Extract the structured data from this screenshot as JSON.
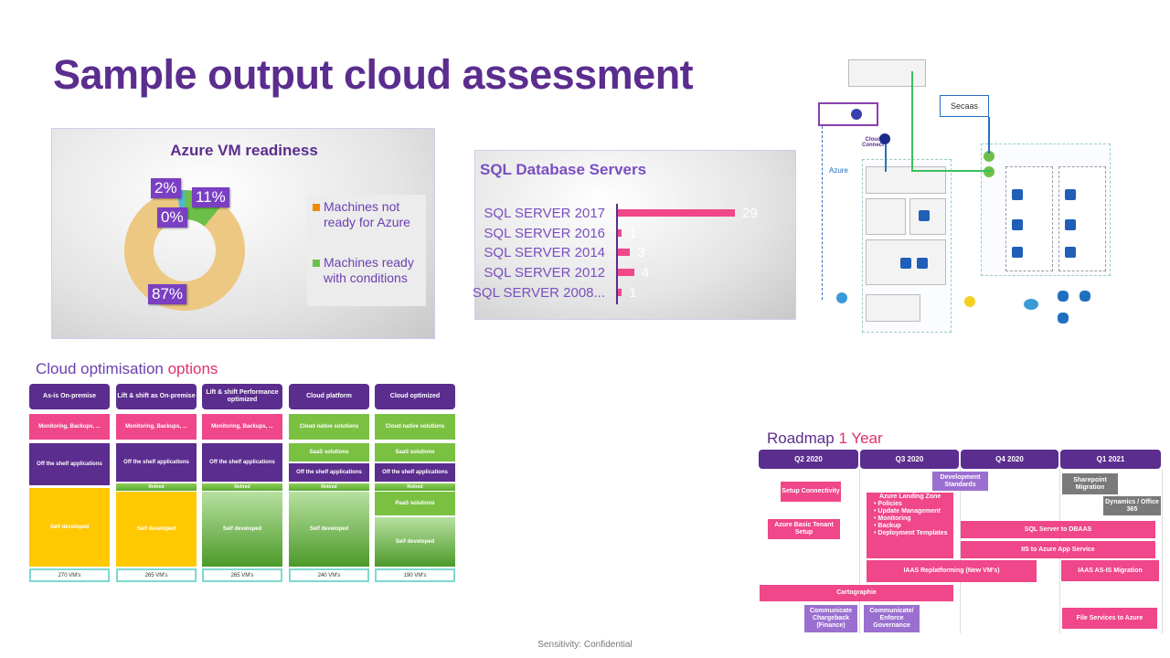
{
  "title": "Sample output cloud assessment",
  "footer": "Sensitivity: Confidential",
  "chart_data": [
    {
      "type": "pie",
      "title": "Azure VM readiness",
      "slices": [
        {
          "name": "",
          "value": 2,
          "label": "2%",
          "color": "#4fb8d8"
        },
        {
          "name": "Machines ready with conditions",
          "value": 11,
          "label": "11%",
          "color": "#6cc04a"
        },
        {
          "name": "",
          "value": 0,
          "label": "0%",
          "color": "#f0a030"
        },
        {
          "name": "Machines not ready for Azure",
          "value": 87,
          "label": "87%",
          "color": "#ecc882"
        }
      ],
      "legend": [
        {
          "name": "Machines not ready for Azure",
          "color": "#f08a00"
        },
        {
          "name": "Machines ready with conditions",
          "color": "#6cc04a"
        }
      ],
      "legend_position": "right"
    },
    {
      "type": "bar",
      "orientation": "horizontal",
      "title": "SQL Database Servers",
      "categories": [
        "SQL SERVER 2017",
        "SQL SERVER 2016",
        "SQL SERVER 2014",
        "SQL SERVER 2012",
        "SQL SERVER 2008..."
      ],
      "values": [
        29,
        1,
        3,
        4,
        1
      ],
      "color": "#f0478a"
    }
  ],
  "optimisation": {
    "title_a": "Cloud optimisation ",
    "title_b": "options",
    "columns": [
      {
        "header": "As-is On-premise",
        "blocks": [
          {
            "t": "pink",
            "l": "Monitoring, Backups, ..."
          },
          {
            "t": "purple",
            "l": "Off the shelf applications"
          },
          {
            "t": "yellow",
            "l": "Self developed"
          }
        ],
        "footer": "270 VM's"
      },
      {
        "header": "Lift & shift as On-premise",
        "blocks": [
          {
            "t": "pink",
            "l": "Monitoring, Backups, ..."
          },
          {
            "t": "purple",
            "l": "Off the shelf applications"
          },
          {
            "t": "retired",
            "l": "Retired"
          },
          {
            "t": "yellow",
            "l": "Self developed"
          }
        ],
        "footer": "265 VM's"
      },
      {
        "header": "Lift & shift Performance optimized",
        "blocks": [
          {
            "t": "pink",
            "l": "Monitoring, Backups, ..."
          },
          {
            "t": "purple",
            "l": "Off the shelf applications"
          },
          {
            "t": "retired",
            "l": "Retired"
          },
          {
            "t": "grad",
            "l": "Self developed"
          }
        ],
        "footer": "265 VM's"
      },
      {
        "header": "Cloud platform",
        "blocks": [
          {
            "t": "green",
            "l": "Cloud native solutions"
          },
          {
            "t": "green",
            "l": "SaaS solutions"
          },
          {
            "t": "purple",
            "l": "Off the shelf applications"
          },
          {
            "t": "retired",
            "l": "Retired"
          },
          {
            "t": "grad",
            "l": "Self developed"
          }
        ],
        "footer": "240 VM's"
      },
      {
        "header": "Cloud optimized",
        "blocks": [
          {
            "t": "green",
            "l": "Cloud native solutions"
          },
          {
            "t": "green",
            "l": "SaaS solutions"
          },
          {
            "t": "purple",
            "l": "Off the shelf applications"
          },
          {
            "t": "retired",
            "l": "Retired"
          },
          {
            "t": "green",
            "l": "PaaS solutions"
          },
          {
            "t": "grad",
            "l": "Self developed"
          }
        ],
        "footer": "190 VM's"
      }
    ]
  },
  "roadmap": {
    "title_a": "Roadmap ",
    "title_b": "1 Year",
    "quarters": [
      "Q2 2020",
      "Q3 2020",
      "Q4 2020",
      "Q1 2021"
    ],
    "items": [
      {
        "l": "Setup Connectivity",
        "c": "rpink"
      },
      {
        "l": "Azure Basic Tenant Setup",
        "c": "rpink"
      },
      {
        "l": "Development Standards",
        "c": "rlav"
      },
      {
        "l": "Azure Landing Zone",
        "c": "rpink",
        "list": [
          "Policies",
          "Update Management",
          "Monitoring",
          "Backup",
          "Deployment Templates"
        ]
      },
      {
        "l": "Sharepoint Migration",
        "c": "rgray"
      },
      {
        "l": "Dynamics / Office 365",
        "c": "rgray"
      },
      {
        "l": "SQL Server to DBAAS",
        "c": "rpink"
      },
      {
        "l": "IIS to Azure App Service",
        "c": "rpink"
      },
      {
        "l": "IAAS Replatforming (New VM's)",
        "c": "rpink"
      },
      {
        "l": "IAAS AS-IS Migration",
        "c": "rpink"
      },
      {
        "l": "Cartographie",
        "c": "rpink"
      },
      {
        "l": "Communicate Chargeback (Finance)",
        "c": "rlav"
      },
      {
        "l": "Communicate/ Enforce Governance",
        "c": "rlav"
      },
      {
        "l": "File Services to Azure",
        "c": "rpink"
      }
    ]
  },
  "diagram": {
    "secaas": "Secaas",
    "azure": "Azure",
    "cloud_connect": "Cloud Connect"
  }
}
